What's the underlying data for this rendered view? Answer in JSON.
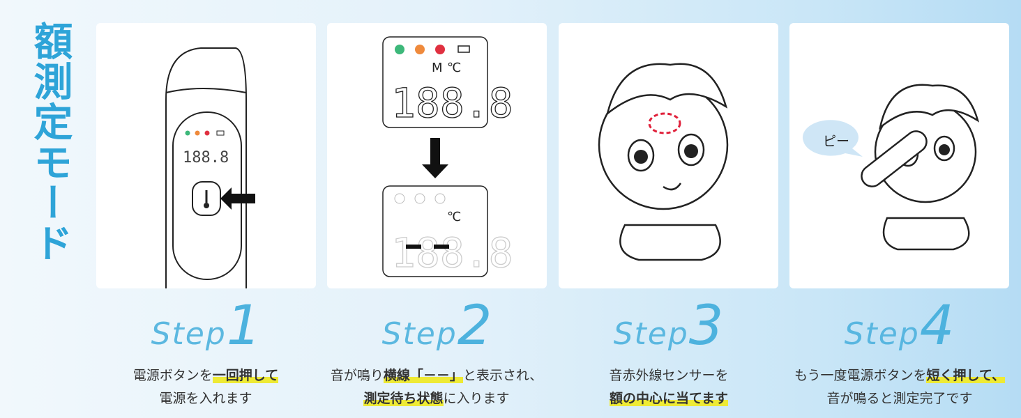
{
  "title": "額測定モード",
  "device": {
    "display_digits": "188.8",
    "mode_m": "M",
    "unit": "℃"
  },
  "bubble_text": "ピー",
  "colors": {
    "accent": "#2ea4d8",
    "highlight": "#eeea35",
    "green": "#3db87a",
    "orange": "#ef8a3c",
    "red": "#e03040"
  },
  "steps": [
    {
      "word": "Step",
      "number": "1",
      "line1_pre": "電源ボタンを",
      "line1_bold": "一回押して",
      "line1_post": "",
      "line2_pre": "電源を入れます",
      "line2_bold": "",
      "line2_post": ""
    },
    {
      "word": "Step",
      "number": "2",
      "line1_pre": "音が鳴り",
      "line1_bold": "横線「－－」",
      "line1_post": "と表示され、",
      "line2_pre": "",
      "line2_bold": "測定待ち状態",
      "line2_post": "に入ります"
    },
    {
      "word": "Step",
      "number": "3",
      "line1_pre": "音赤外線センサーを",
      "line1_bold": "",
      "line1_post": "",
      "line2_pre": "",
      "line2_bold": "額の中心に当てます",
      "line2_post": ""
    },
    {
      "word": "Step",
      "number": "4",
      "line1_pre": "もう一度電源ボタンを",
      "line1_bold": "短く押して、",
      "line1_post": "",
      "line2_pre": "音が鳴ると測定完了です",
      "line2_bold": "",
      "line2_post": ""
    }
  ]
}
